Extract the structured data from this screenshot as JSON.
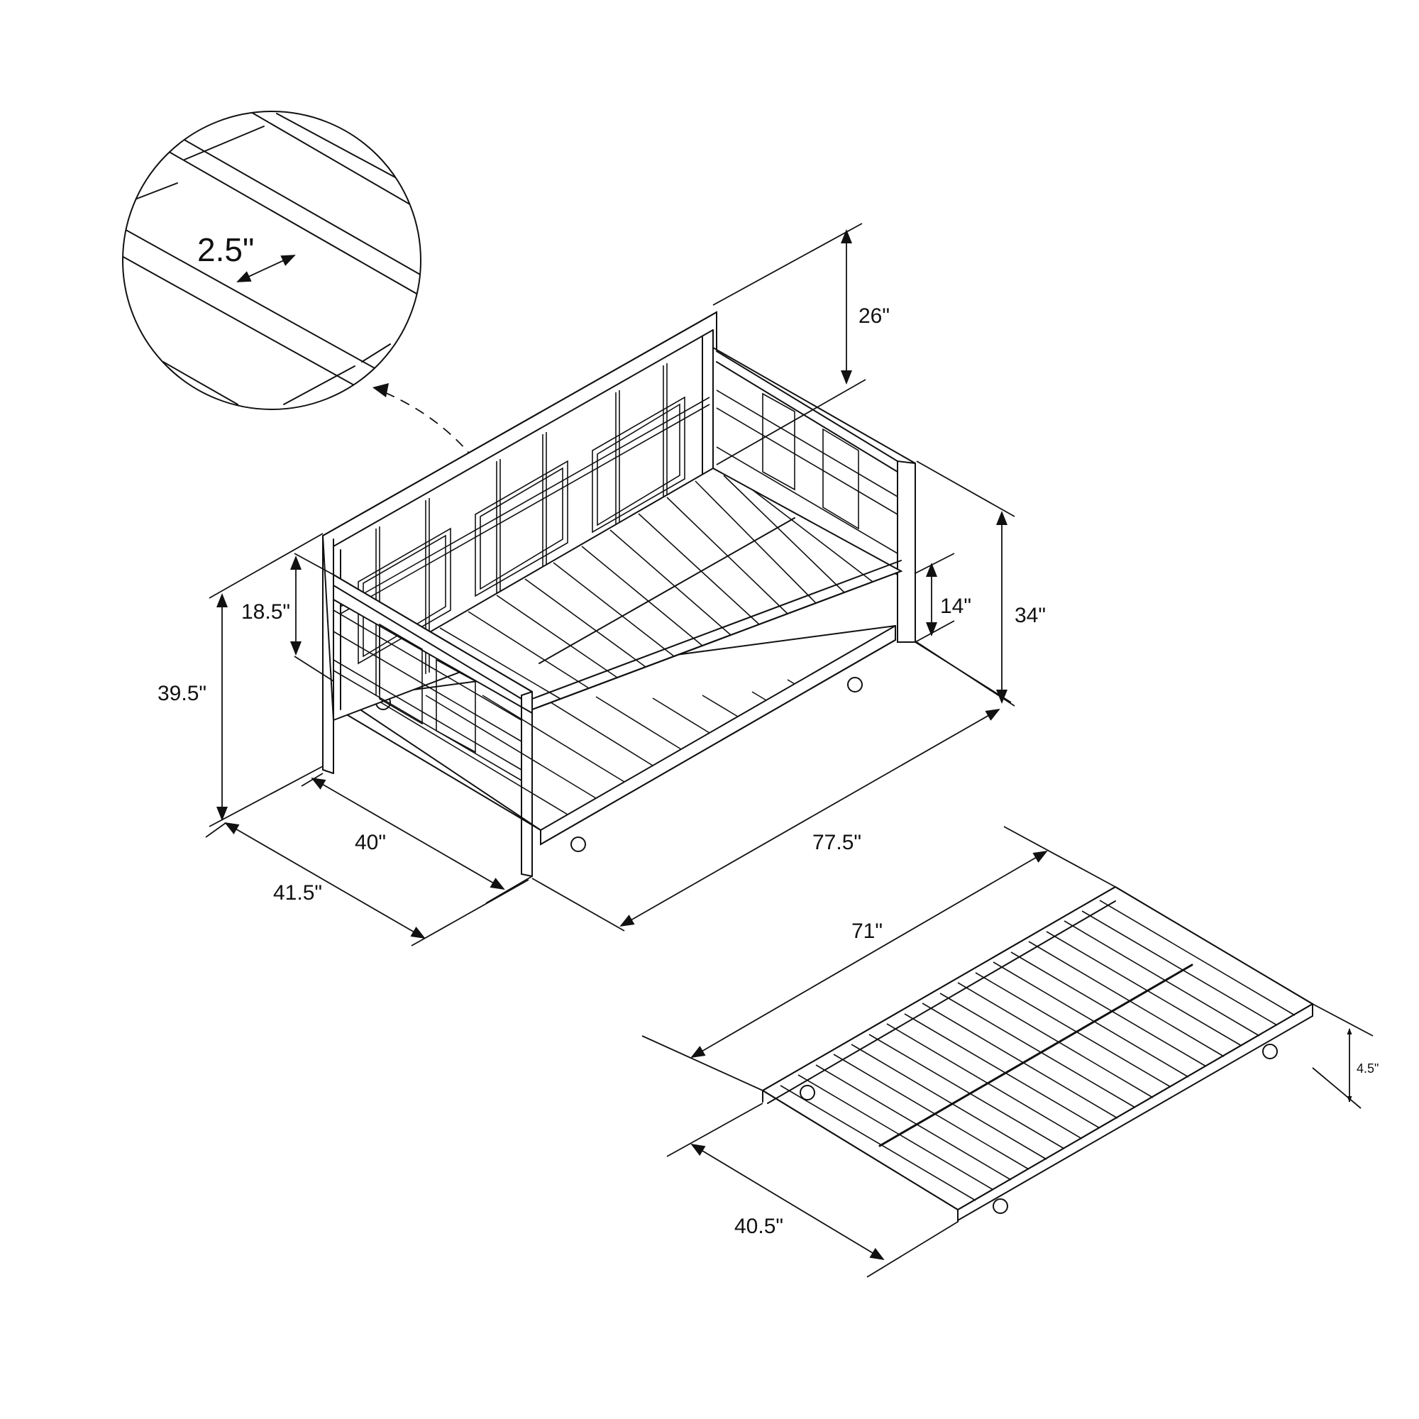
{
  "figure": {
    "type": "dimension-drawing",
    "subject": "Metal daybed with trundle",
    "line_color": "#111111",
    "background": "#ffffff"
  },
  "detail_callout": {
    "label": "2.5\"",
    "description": "slat spacing detail"
  },
  "daybed_dimensions": {
    "back_height_above_arm": "26\"",
    "overall_height": "39.5\"",
    "arm_height_above_deck": "18.5\"",
    "side_panel_height": "34\"",
    "deck_height": "14\"",
    "inner_width": "40\"",
    "outer_width": "41.5\"",
    "overall_length": "77.5\""
  },
  "trundle_dimensions": {
    "length": "71\"",
    "width": "40.5\"",
    "height": "4.5\""
  }
}
